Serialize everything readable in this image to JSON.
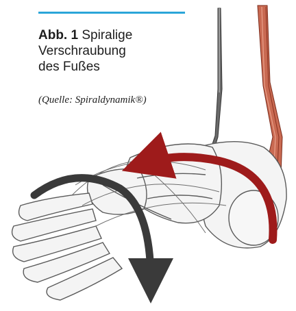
{
  "figure": {
    "label": "Abb. 1",
    "title_line1": "Spiralige",
    "title_line2": "Verschraubung",
    "title_line3": "des Fußes",
    "source": "(Quelle: Spiraldynamik®)"
  },
  "colors": {
    "accent_rule": "#2aa5d8",
    "red_arrow": "#9e1b1b",
    "dark_arrow": "#3a3a3a",
    "tendon_red": "#c0583f",
    "tendon_gray": "#555555"
  },
  "illustration": {
    "subject": "foot skeleton",
    "arrows": [
      "red-rotation-arrow",
      "dark-rotation-arrow"
    ]
  }
}
